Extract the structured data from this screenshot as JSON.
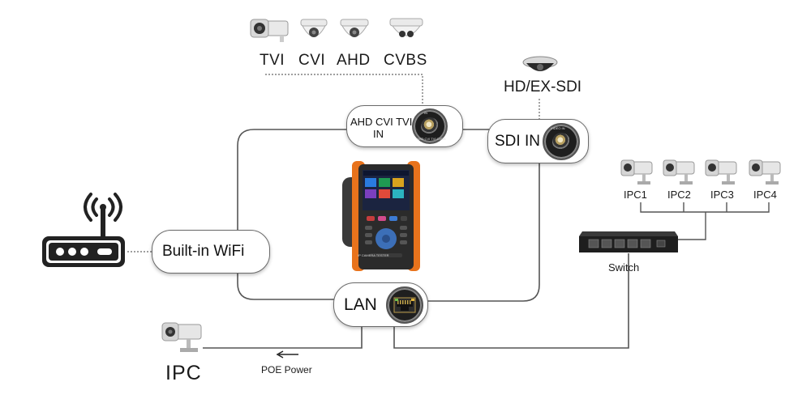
{
  "cameras_top": {
    "labels": [
      "TVI",
      "CVI",
      "AHD",
      "CVBS"
    ],
    "icons": [
      "bullet-camera-icon",
      "dome-camera-icon",
      "dome-camera-icon",
      "dome-camera-icon"
    ]
  },
  "sdi": {
    "camera_label": "HD/EX-SDI",
    "camera_icon": "dome-camera-icon",
    "port_label": "SDI IN",
    "port_text": "VIDEO IN"
  },
  "analog_port": {
    "label_line1": "AHD CVI TVI",
    "label_line2": "IN",
    "port_text_top": "IN",
    "port_text_bottom": "AHD CVI TVI CVBS"
  },
  "wifi": {
    "label": "Built-in WiFi",
    "router_icon": "wifi-router-icon"
  },
  "lan": {
    "label": "LAN",
    "port_icon": "ethernet-port-icon"
  },
  "ipc_cameras": {
    "labels": [
      "IPC1",
      "IPC2",
      "IPC3",
      "IPC4"
    ],
    "icon": "bullet-camera-icon"
  },
  "switch": {
    "label": "Switch",
    "icon": "network-switch-icon"
  },
  "poe_ipc": {
    "label": "IPC",
    "poe_label": "POE Power",
    "arrow_icon": "arrow-left-icon"
  },
  "device": {
    "icon": "cctv-tester-icon",
    "brand": "IP CAMERA TESTER"
  },
  "colors": {
    "line": "#555555",
    "device_orange": "#e8731c",
    "device_body": "#2b2b2b"
  }
}
